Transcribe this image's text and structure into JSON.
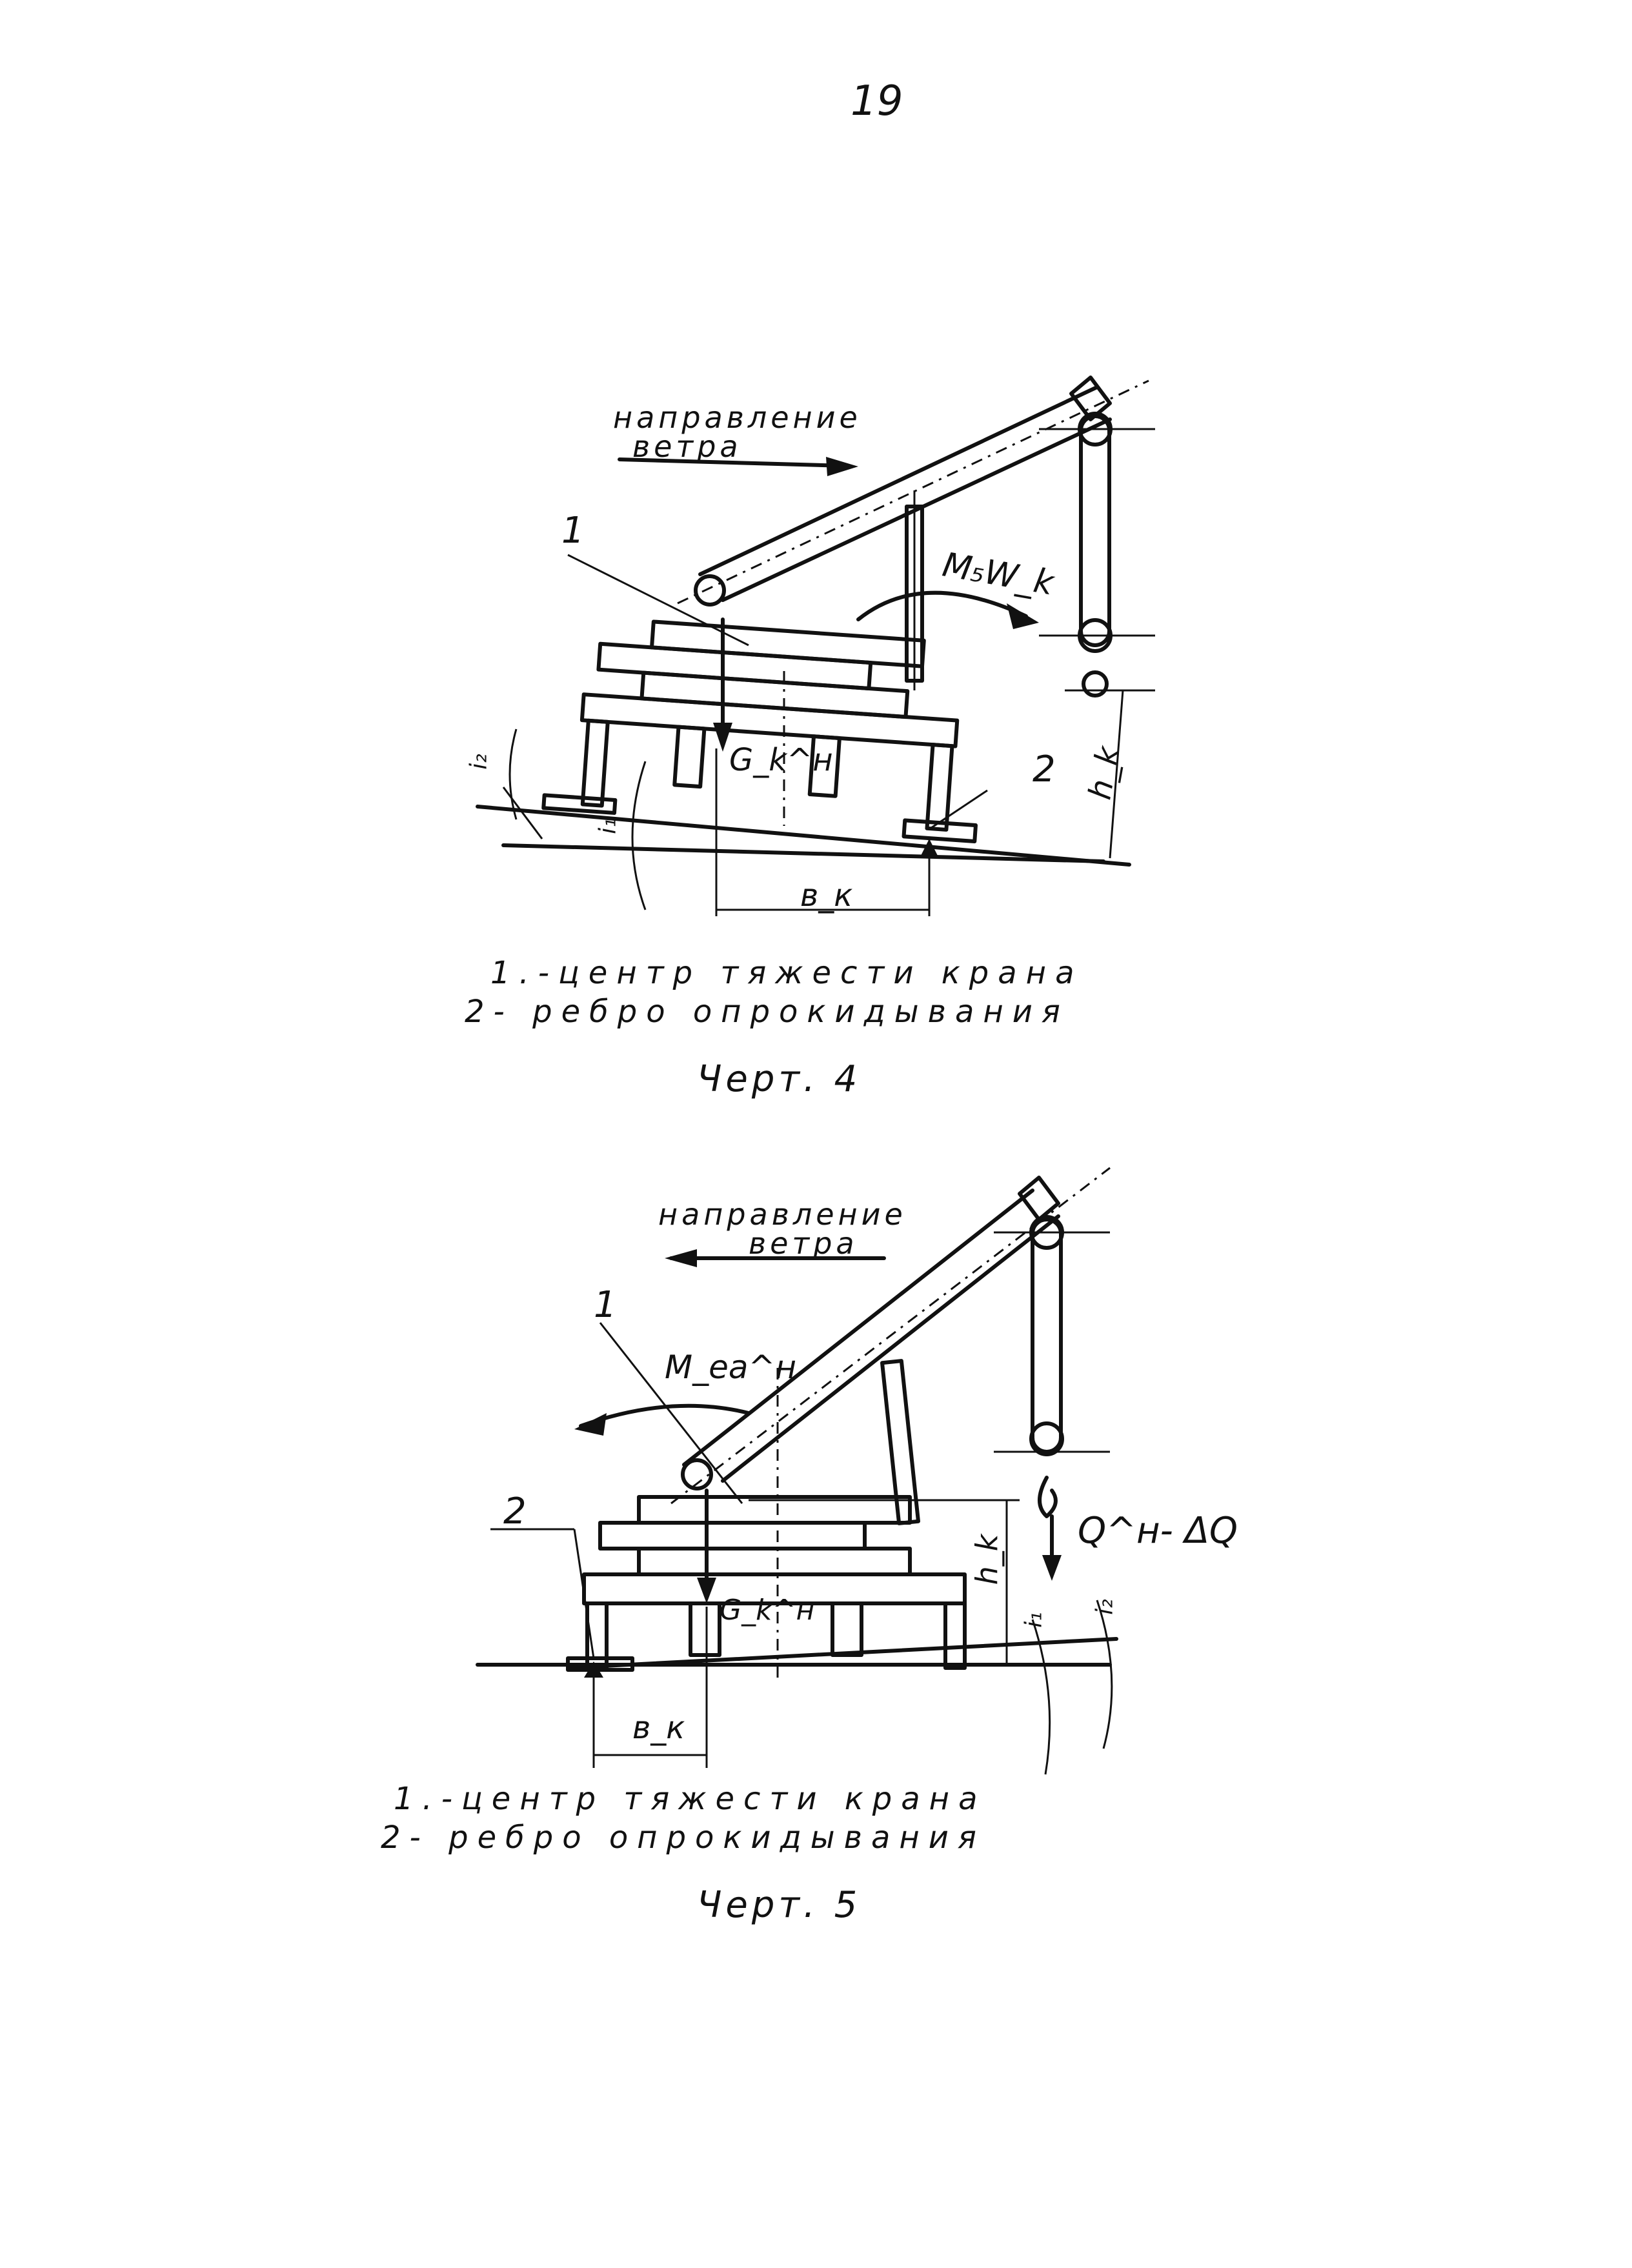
{
  "page": {
    "number": "19"
  },
  "figure4": {
    "wind_label_line1": "направление",
    "wind_label_line2": "ветра",
    "callout_1": "1",
    "callout_2": "2",
    "moment": "M₅W_k",
    "weight": "G_k^н",
    "height": "h_k",
    "base": "в_к",
    "angle_1": "i₁",
    "angle_2": "i₂",
    "legend_1": "1.-центр тяжести крана",
    "legend_2": "2- ребро опрокидывания",
    "title": "Черт. 4"
  },
  "figure5": {
    "wind_label_line1": "направление",
    "wind_label_line2": "ветра",
    "callout_1": "1",
    "callout_2": "2",
    "moment": "M_еа^н",
    "weight": "G_k^н",
    "load": "Q^н- ΔQ",
    "height": "h_k",
    "base": "в_к",
    "angle_1": "i₁",
    "angle_2": "i₂",
    "legend_1": "1.-центр тяжести крана",
    "legend_2": "2- ребро опрокидывания",
    "title": "Черт. 5"
  }
}
